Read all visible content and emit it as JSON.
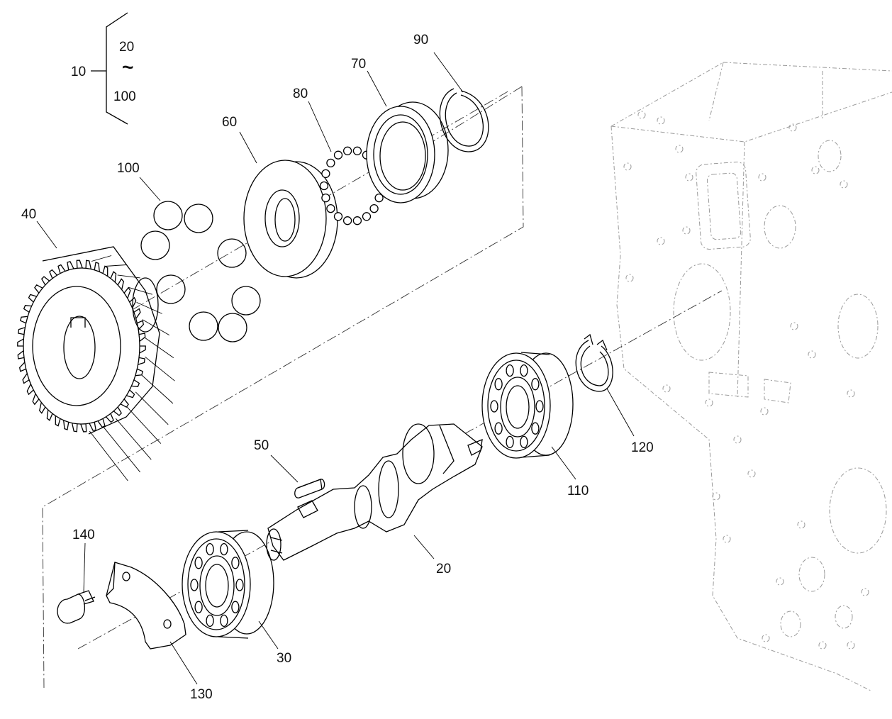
{
  "callouts": {
    "c10": "10",
    "c20_range_start": "20",
    "c_range_sep": "~",
    "c100_range_end": "100",
    "c90": "90",
    "c70": "70",
    "c80": "80",
    "c60": "60",
    "c100": "100",
    "c40": "40",
    "c50": "50",
    "c20": "20",
    "c30": "30",
    "c110": "110",
    "c120": "120",
    "c130": "130",
    "c140": "140"
  }
}
